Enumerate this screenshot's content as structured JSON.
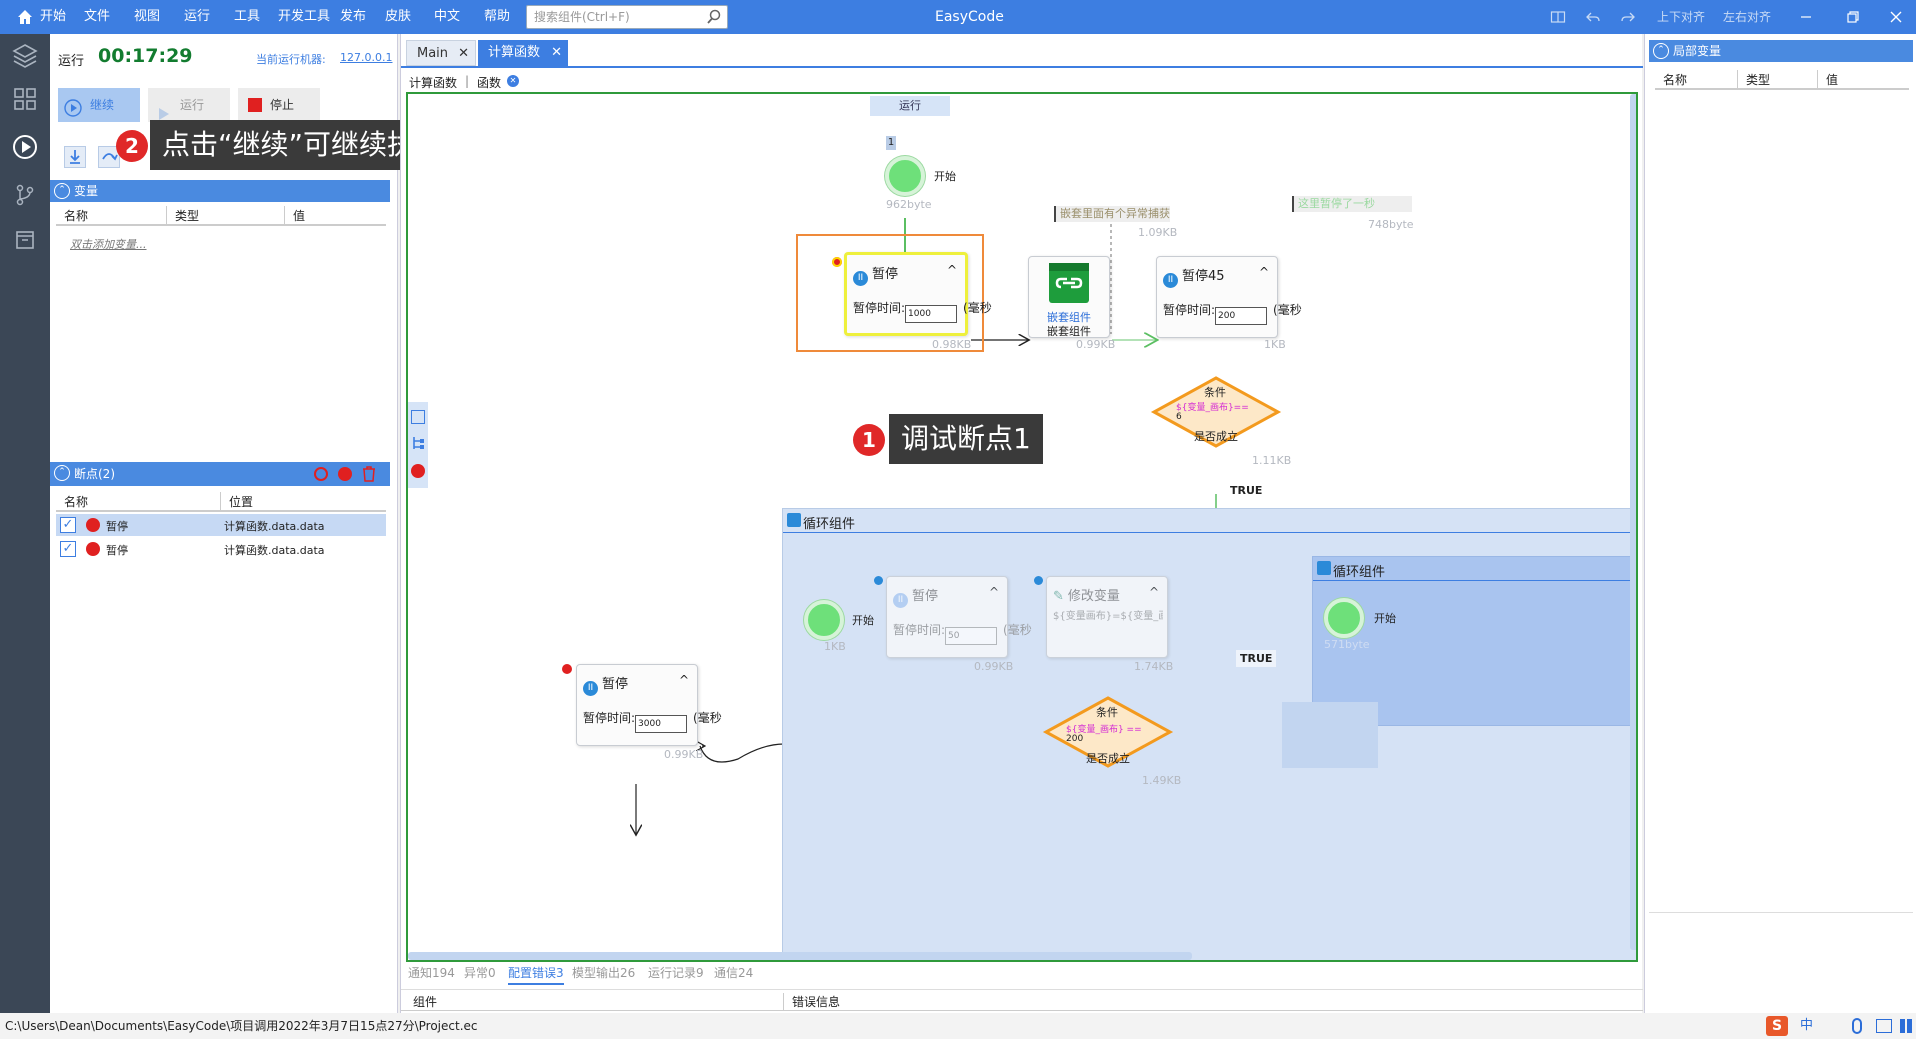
{
  "titlebar": {
    "menus": [
      "开始",
      "文件",
      "视图",
      "运行",
      "工具",
      "开发工具",
      "发布",
      "皮肤",
      "中文",
      "帮助"
    ],
    "search_placeholder": "搜索组件(Ctrl+F)",
    "app_title": "EasyCode",
    "align_vertical": "上下对齐",
    "align_horizontal": "左右对齐"
  },
  "run": {
    "status_label": "运行",
    "timer": "00:17:29",
    "machine_label": "当前运行机器:",
    "machine_ip": "127.0.0.1",
    "continue_label": "继续",
    "run_label": "运行",
    "stop_label": "停止"
  },
  "variables": {
    "header": "变量",
    "cols": [
      "名称",
      "类型",
      "值"
    ],
    "empty_hint": "双击添加变量..."
  },
  "breakpoints": {
    "header": "断点(2)",
    "cols": [
      "名称",
      "位置"
    ],
    "rows": [
      {
        "name": "暂停",
        "location": "计算函数.data.data"
      },
      {
        "name": "暂停",
        "location": "计算函数.data.data"
      }
    ]
  },
  "editor": {
    "tabs": [
      "Main",
      "计算函数"
    ],
    "subtabs": [
      "计算函数",
      "函数"
    ],
    "run_label": "运行",
    "step_number": "1",
    "start_label": "开始",
    "start_size": "962byte",
    "nested_note": "嵌套里面有个异常捕获",
    "nested_note_size": "1.09KB",
    "pause_note": "这里暂停了一秒",
    "pause_note_size": "748byte",
    "pause1": {
      "title": "暂停",
      "field": "暂停时间:",
      "value": "1000",
      "unit": "(毫秒",
      "size": "0.98KB"
    },
    "nested": {
      "label1": "嵌套组件",
      "label2": "嵌套组件",
      "size": "0.99KB"
    },
    "pause45": {
      "title": "暂停45",
      "field": "暂停时间:",
      "value": "200",
      "unit": "(毫秒",
      "size": "1KB"
    },
    "cond1": {
      "title": "条件",
      "expr": "${变量_画布}==",
      "expr2": "6",
      "label": "是否成立",
      "size": "1.11KB",
      "true_label": "TRUE"
    },
    "loop": {
      "title": "循环组件"
    },
    "loop_start": {
      "label": "开始",
      "size": "1KB"
    },
    "loop_pause": {
      "title": "暂停",
      "field": "暂停时间:",
      "value": "50",
      "unit": "(毫秒",
      "size": "0.99KB"
    },
    "modify": {
      "title": "修改变量",
      "expr": "${变量画布}=${变量_画",
      "size": "1.74KB"
    },
    "cond2": {
      "title": "条件",
      "expr": "${变量_画布} ==",
      "expr2": "200",
      "label": "是否成立",
      "size": "1.49KB"
    },
    "true2": "TRUE",
    "inner_loop": {
      "title": "循环组件",
      "start_label": "开始",
      "size": "571byte"
    },
    "pause_left": {
      "title": "暂停",
      "field": "暂停时间:",
      "value": "3000",
      "unit": "(毫秒",
      "size": "0.99KB"
    }
  },
  "callouts": {
    "c1": {
      "num": "1",
      "text": "调试断点1"
    },
    "c2": {
      "num": "2",
      "text": "点击“继续”可继续执行工程直到下一个断点"
    }
  },
  "bottom": {
    "tabs": [
      "通知194",
      "异常0",
      "配置错误3",
      "模型输出26",
      "运行记录9",
      "通信24"
    ],
    "cols": [
      "组件",
      "错误信息"
    ]
  },
  "locals": {
    "header": "局部变量",
    "cols": [
      "名称",
      "类型",
      "值"
    ]
  },
  "status": {
    "path": "C:\\Users\\Dean\\Documents\\EasyCode\\项目调用2022年3月7日15点27分\\Project.ec",
    "ime": "中"
  },
  "colors": {
    "accent": "#3d7ee1",
    "breakpoint": "#e02020",
    "canvas_border": "#2f9a3b",
    "condition": "#f39a1e"
  }
}
